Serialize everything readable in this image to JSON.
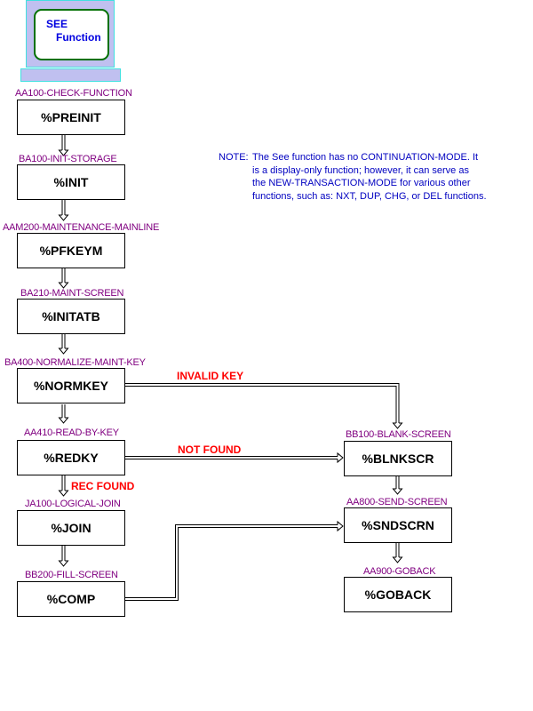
{
  "header": {
    "icon": "monitor-icon",
    "title_line1": "SEE",
    "title_line2": "Function"
  },
  "note": {
    "label": "NOTE:",
    "lines": [
      "The See function has no CONTINUATION-MODE. It",
      "is a display-only function; however, it can serve as",
      "the NEW-TRANSACTION-MODE for various other",
      "functions, such as: NXT, DUP, CHG, or DEL functions."
    ]
  },
  "steps": [
    {
      "label": "AA100-CHECK-FUNCTION",
      "box": "%PREINIT"
    },
    {
      "label": "BA100-INIT-STORAGE",
      "box": "%INIT"
    },
    {
      "label": "AAM200-MAINTENANCE-MAINLINE",
      "box": "%PFKEYM"
    },
    {
      "label": "BA210-MAINT-SCREEN",
      "box": "%INITATB"
    },
    {
      "label": "BA400-NORMALIZE-MAINT-KEY",
      "box": "%NORMKEY"
    },
    {
      "label": "AA410-READ-BY-KEY",
      "box": "%REDKY"
    },
    {
      "label": "JA100-LOGICAL-JOIN",
      "box": "%JOIN"
    },
    {
      "label": "BB200-FILL-SCREEN",
      "box": "%COMP"
    },
    {
      "label": "BB100-BLANK-SCREEN",
      "box": "%BLNKSCR"
    },
    {
      "label": "AA800-SEND-SCREEN",
      "box": "%SNDSCRN"
    },
    {
      "label": "AA900-GOBACK",
      "box": "%GOBACK"
    }
  ],
  "conditions": {
    "invalid_key": "INVALID KEY",
    "not_found": "NOT FOUND",
    "rec_found": "REC FOUND"
  },
  "colors": {
    "label": "#800080",
    "condition": "#ff0000",
    "note": "#0000c0",
    "monitor_fill": "#c0c0f0"
  }
}
